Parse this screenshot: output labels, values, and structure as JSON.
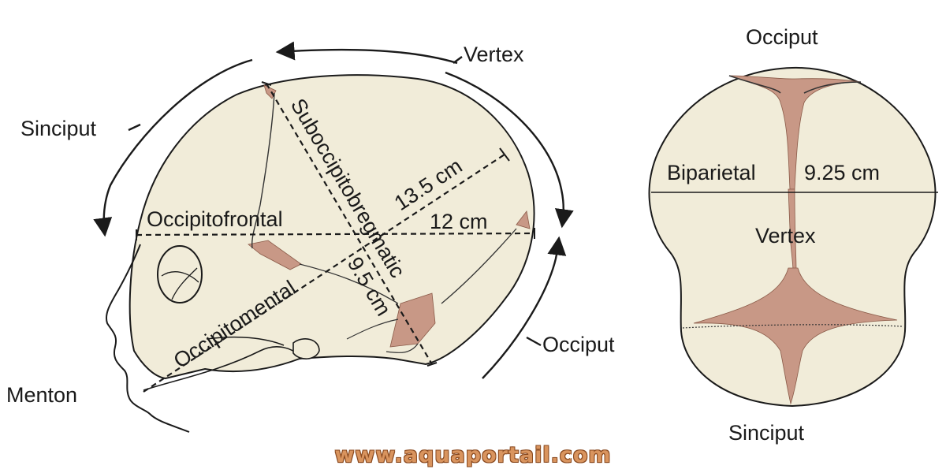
{
  "side_view": {
    "sinciput": "Sinciput",
    "vertex": "Vertex",
    "occiput": "Occiput",
    "menton": "Menton",
    "suboccipitobregmatic": "Suboccipitobregmatic",
    "suboccipitobregmatic_value": "9.5 cm",
    "occipitofrontal": "Occipitofrontal",
    "occipitofrontal_value": "12 cm",
    "occipitomental": "Occipitomental",
    "occipitomental_value": "13.5 cm"
  },
  "top_view": {
    "occiput": "Occiput",
    "sinciput": "Sinciput",
    "vertex": "Vertex",
    "biparietal": "Biparietal",
    "biparietal_value": "9.25 cm"
  },
  "watermark": "www.aquaportail.com",
  "colors": {
    "bone": "#f1ecd9",
    "suture": "#c89886",
    "outline": "#1a1a1a",
    "watermark": "#d9945e"
  }
}
